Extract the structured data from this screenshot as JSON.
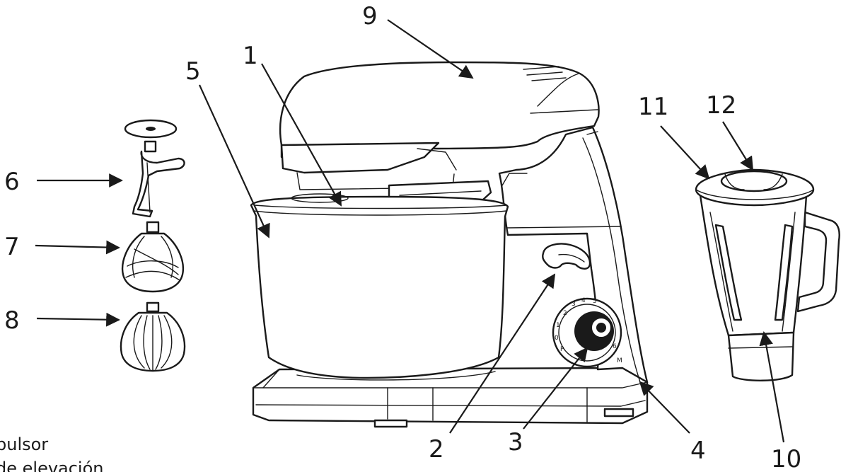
{
  "labels": {
    "n1": "1",
    "n2": "2",
    "n3": "3",
    "n4": "4",
    "n5": "5",
    "n6": "6",
    "n7": "7",
    "n8": "8",
    "n9": "9",
    "n10": "10",
    "n11": "11",
    "n12": "12"
  },
  "caption": {
    "line1": "pulsor",
    "line2": "de elevación"
  }
}
